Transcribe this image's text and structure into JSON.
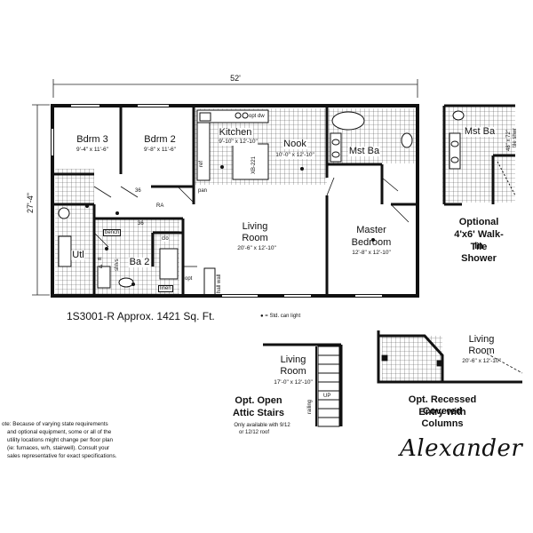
{
  "overall": {
    "width_label": "52'",
    "depth_label": "27'-4\""
  },
  "rooms": {
    "bdrm3": {
      "name": "Bdrm 3",
      "size": "9'-4\" x 11'-6\""
    },
    "bdrm2": {
      "name": "Bdrm 2",
      "size": "9'-8\" x 11'-6\""
    },
    "kitchen": {
      "name": "Kitchen",
      "size": "9'-10\" x 12'-10\""
    },
    "nook": {
      "name": "Nook",
      "size": "10'-0\" x 12'-10\""
    },
    "mst_ba": {
      "name": "Mst Ba"
    },
    "living": {
      "name_line1": "Living",
      "name_line2": "Room",
      "size": "20'-6\" x 12'-10\""
    },
    "master": {
      "name_line1": "Master",
      "name_line2": "Bedroom",
      "size": "12'-8\" x 12'-10\""
    },
    "utl": {
      "name": "Utl"
    },
    "ba2": {
      "name": "Ba 2"
    }
  },
  "fixtures": {
    "opt_dw": "opt dw",
    "xb221": "XB-221",
    "pan": "pan",
    "ref": "ref",
    "ra": "RA",
    "num36a": "36",
    "num36b": "36",
    "bench": "bench",
    "clo": "clo",
    "shelves": "shlvs",
    "w": "w",
    "d": "d",
    "linen": "linen",
    "opt": "opt",
    "hall_wall": "hall wall",
    "tile_shwr": "tile shwr",
    "shower_size": "48\" x 72\""
  },
  "model_line": "1S3001-R  Approx. 1421 Sq. Ft.",
  "legend": "= Std. can light",
  "opt_shower": {
    "room": "Mst Ba",
    "caption": [
      "Optional",
      "4'x6' Walk-In",
      "Tile Shower"
    ]
  },
  "opt_stairs": {
    "room_line1": "Living",
    "room_line2": "Room",
    "size": "17'-0\" x 12'-10\"",
    "railing": "railing",
    "up": "UP",
    "caption": [
      "Opt. Open",
      "Attic Stairs"
    ],
    "note": [
      "Only available with 9/12",
      "or 12/12 roof"
    ]
  },
  "opt_entry": {
    "room_line1": "Living",
    "room_line2": "Room",
    "size": "20'-6\" x 12'-10\"",
    "caption": [
      "Opt. Recessed Covered",
      "Entry with Columns"
    ]
  },
  "disclaimer": [
    "ote:  Because of varying state requirements",
    "and optional equipment, some or all of the",
    "utility locations might change per floor plan",
    "(ie: furnaces, w/h, stairwell).  Consult your",
    "sales representative for exact specifications."
  ],
  "model_name": "Alexander"
}
